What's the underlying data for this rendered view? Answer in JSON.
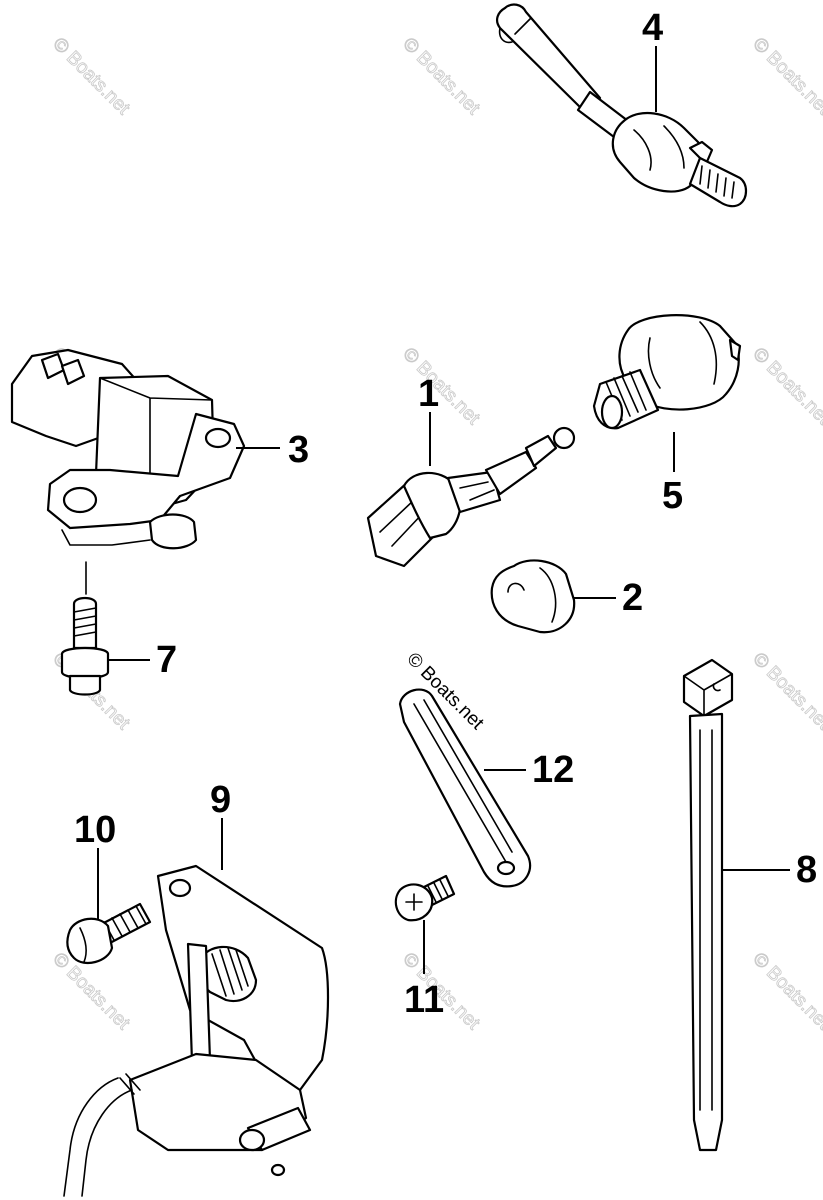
{
  "watermark": "© Boats.net",
  "watermark_center": "© Boats.net",
  "callouts": [
    {
      "id": "1",
      "label": "1"
    },
    {
      "id": "2",
      "label": "2"
    },
    {
      "id": "3",
      "label": "3"
    },
    {
      "id": "4",
      "label": "4"
    },
    {
      "id": "5",
      "label": "5"
    },
    {
      "id": "7",
      "label": "7"
    },
    {
      "id": "8",
      "label": "8"
    },
    {
      "id": "9",
      "label": "9"
    },
    {
      "id": "10",
      "label": "10"
    },
    {
      "id": "11",
      "label": "11"
    },
    {
      "id": "12",
      "label": "12"
    }
  ],
  "colors": {
    "line": "#000000",
    "background": "#ffffff",
    "watermark": "#c9c9c9"
  }
}
